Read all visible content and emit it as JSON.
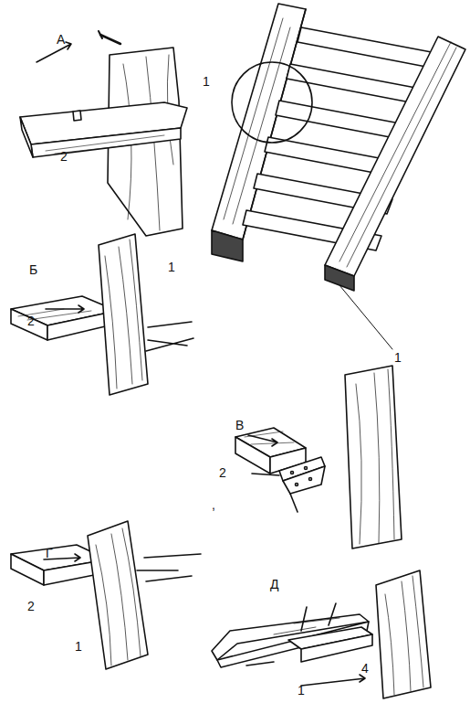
{
  "diagram": {
    "labels": [
      "А",
      "1",
      "2",
      "Б",
      "1",
      "2",
      "1",
      "В",
      "2",
      ",",
      "Г",
      "2",
      "1",
      "Д",
      "4",
      "1"
    ]
  }
}
